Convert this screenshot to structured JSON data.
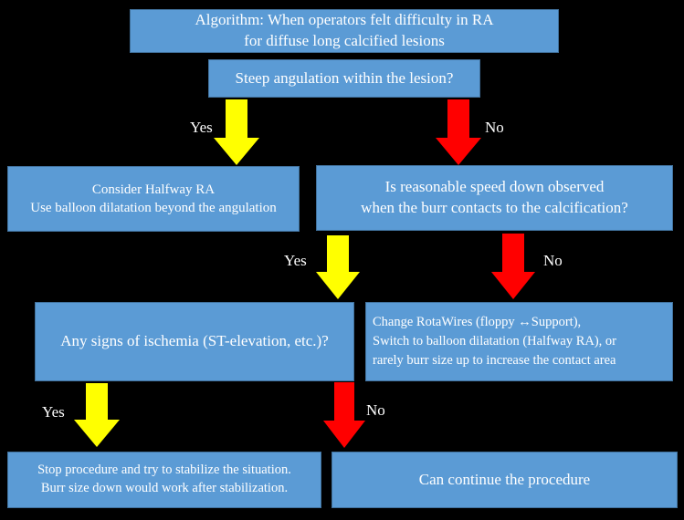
{
  "title": {
    "line1": "Algorithm:  When operators felt difficulty in RA",
    "line2": "for diffuse long calcified lesions"
  },
  "q_angulation": "Steep angulation within the lesion?",
  "halfway": {
    "line1": "Consider Halfway RA",
    "line2": "Use balloon dilatation beyond the angulation"
  },
  "q_speed": {
    "line1": "Is reasonable speed down observed",
    "line2": "when the burr contacts to the calcification?"
  },
  "q_ischemia": "Any signs of ischemia (ST-elevation, etc.)?",
  "change": {
    "line1": "Change RotaWires (floppy ↔Support),",
    "line2": "Switch to balloon dilatation (Halfway RA), or",
    "line3": "rarely burr size up to increase the contact area"
  },
  "stop": {
    "line1": "Stop procedure and try to stabilize the situation.",
    "line2": "Burr size down would work after stabilization."
  },
  "continue": "Can continue the procedure",
  "labels": {
    "yes": "Yes",
    "no": "No"
  },
  "colors": {
    "box": "#5b9bd5",
    "yes_arrow": "#ffff00",
    "no_arrow": "#ff0000",
    "background": "#000000"
  }
}
